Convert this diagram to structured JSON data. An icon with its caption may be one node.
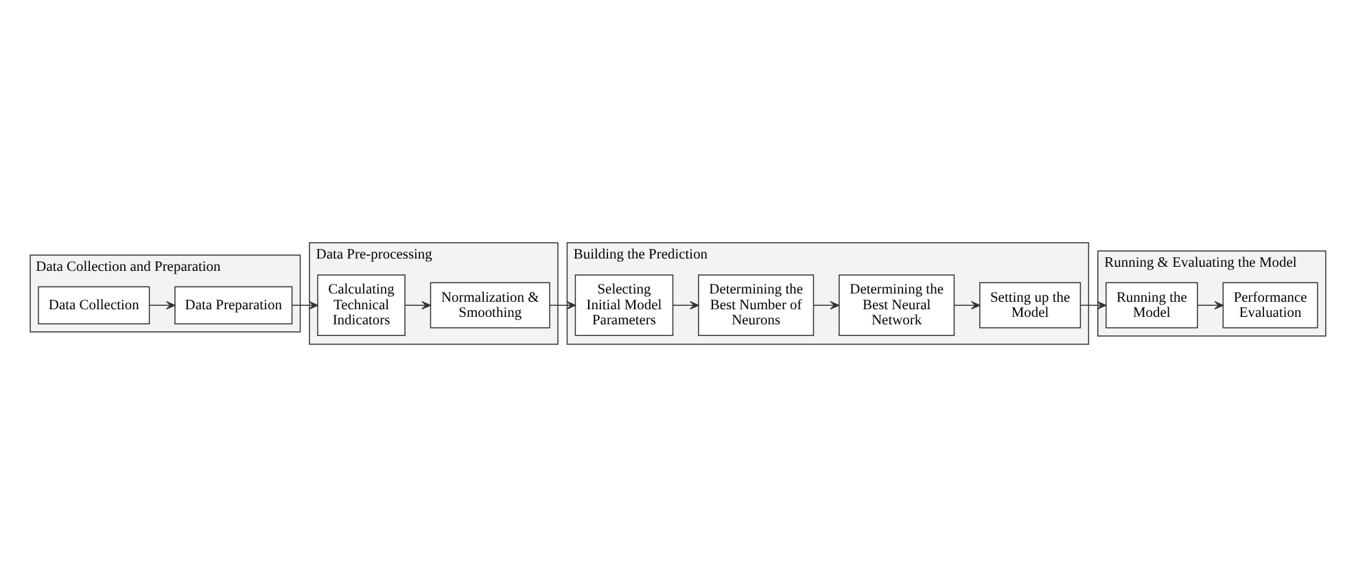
{
  "diagram": {
    "nodes": [
      {
        "text": [
          "Data Collection and Preparation"
        ]
      },
      {
        "text": [
          "Data Collection"
        ],
        "in": 0
      },
      {
        "text": [
          "Data Preparation"
        ],
        "in": 0
      },
      {
        "text": [
          "Data Pre-processing"
        ]
      },
      {
        "text": [
          "Calculating Technical Indicators"
        ],
        "in": 3
      },
      {
        "text": [
          "Normalization & Smoothing"
        ],
        "in": 3
      },
      {
        "text": [
          "Building the Prediction"
        ]
      },
      {
        "text": [
          "Selecting Initial Model Parameters"
        ],
        "in": 6
      },
      {
        "text": [
          "Determining the Best Number of Neurons"
        ],
        "in": 6
      },
      {
        "text": [
          "Determining the Best Neural Network"
        ],
        "in": 6
      },
      {
        "text": [
          "Setting up the Model"
        ],
        "in": 6
      },
      {
        "text": [
          "Running & Evaluating the Model"
        ]
      },
      {
        "text": [
          "Performance Evaluation"
        ],
        "in": 11
      },
      {
        "text": [
          "Running the Model"
        ],
        "in": 11
      }
    ],
    "edges": [
      {
        "from": 1,
        "to": 2,
        "arrow": "to"
      },
      {
        "from": 2,
        "to": 4,
        "arrow": "to"
      },
      {
        "from": 4,
        "to": 5,
        "arrow": "to"
      },
      {
        "from": 5,
        "to": 7,
        "arrow": "to"
      },
      {
        "from": 7,
        "to": 8,
        "arrow": "to"
      },
      {
        "from": 8,
        "to": 9,
        "arrow": "to"
      },
      {
        "from": 9,
        "to": 10,
        "arrow": "to"
      },
      {
        "from": 10,
        "to": 13,
        "arrow": "to"
      },
      {
        "from": 13,
        "to": 12,
        "arrow": "to"
      }
    ]
  }
}
